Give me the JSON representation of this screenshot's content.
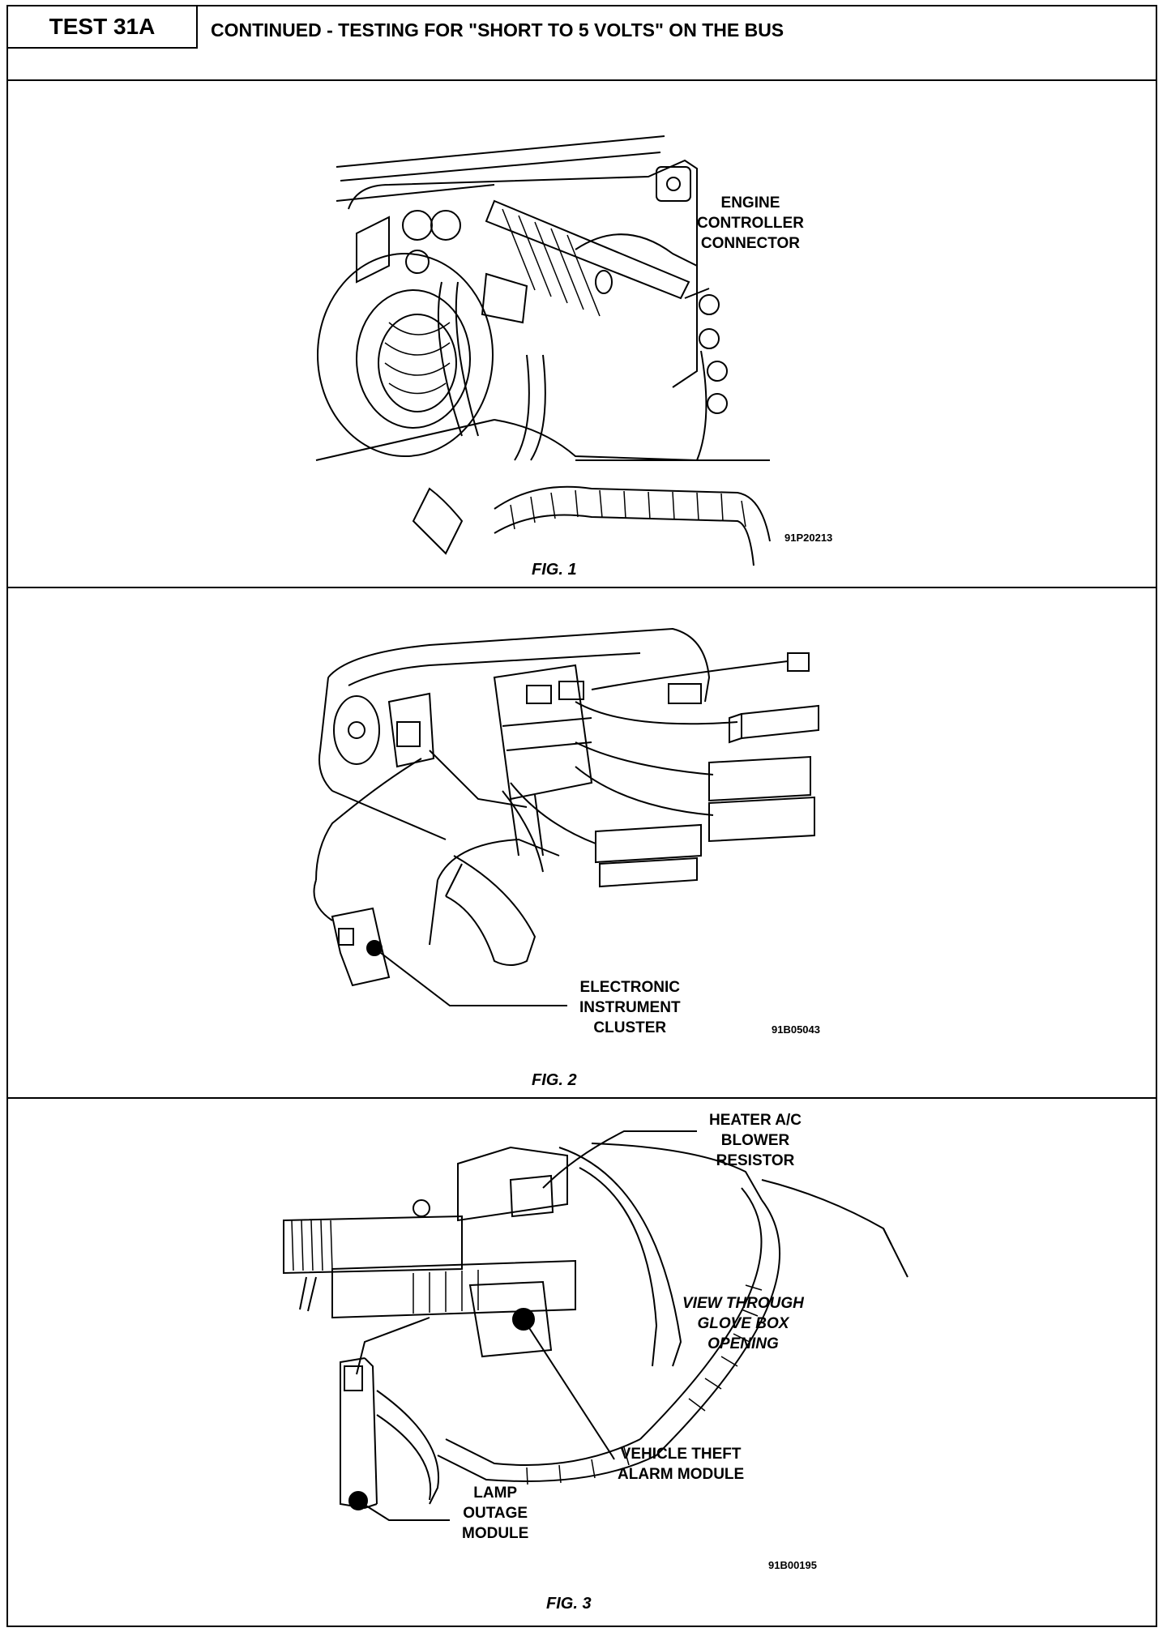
{
  "header": {
    "test_id": "TEST 31A",
    "title": "CONTINUED - TESTING FOR \"SHORT TO 5 VOLTS\" ON THE BUS"
  },
  "figures": [
    {
      "caption": "FIG. 1",
      "code": "91P20213",
      "labels": [
        "ENGINE",
        "CONTROLLER",
        "CONNECTOR"
      ]
    },
    {
      "caption": "FIG. 2",
      "code": "91B05043",
      "labels": [
        "ELECTRONIC",
        "INSTRUMENT",
        "CLUSTER"
      ]
    },
    {
      "caption": "FIG. 3",
      "code": "91B00195",
      "heater_label": [
        "HEATER A/C",
        "BLOWER",
        "RESISTOR"
      ],
      "view_label": [
        "VIEW THROUGH",
        "GLOVE BOX",
        "OPENING"
      ],
      "theft_label": [
        "VEHICLE THEFT",
        "ALARM MODULE"
      ],
      "lamp_label": [
        "LAMP",
        "OUTAGE",
        "MODULE"
      ]
    }
  ]
}
